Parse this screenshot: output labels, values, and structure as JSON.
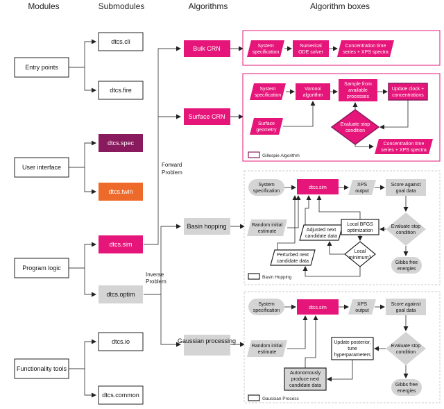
{
  "headers": {
    "modules": "Modules",
    "submodules": "Submodules",
    "algorithms": "Algorithms",
    "boxes": "Algorithm boxes"
  },
  "modules": {
    "entry": "Entry points",
    "ui": "User interface",
    "logic": "Program logic",
    "tools": "Functionality tools"
  },
  "submodules": {
    "cli": "dtcs.cli",
    "fire": "dtcs.fire",
    "spec": "dtcs.spec",
    "twin": "dtcs.twin",
    "sim": "dtcs.sim",
    "optim": "dtcs.optim",
    "io": "dtcs.io",
    "common": "dtcs.common"
  },
  "algorithms": {
    "bulk": "Bulk CRN",
    "surface": "Surface CRN",
    "basin": "Basin hopping",
    "gauss": "Gaussian processing"
  },
  "edge_labels": {
    "forward_1": "Forward",
    "forward_2": "Problem",
    "inverse_1": "Inverse",
    "inverse_2": "Problem"
  },
  "bulk_box": {
    "sys_1": "System",
    "sys_2": "specification",
    "ode_1": "Numerical",
    "ode_2": "ODE solver",
    "out_1": "Concentration time",
    "out_2": "series + XPS spectra"
  },
  "surface_box": {
    "sys_1": "System",
    "sys_2": "specification",
    "voronoi_1": "Voronoi",
    "voronoi_2": "algorithm",
    "sample_1": "Sample from",
    "sample_2": "available",
    "sample_3": "processes",
    "update_1": "Update clock +",
    "update_2": "concentrations",
    "geom_1": "Surface",
    "geom_2": "geometry",
    "eval_1": "Evaluate stop",
    "eval_2": "condition",
    "out_1": "Concentration time",
    "out_2": "series + XPS spectra",
    "legend": "Gillespie Algorithm"
  },
  "basin_box": {
    "sys_1": "System",
    "sys_2": "specification",
    "sim": "dtcs.sim",
    "xps_1": "XPS",
    "xps_2": "output",
    "score_1": "Score against",
    "score_2": "goal data",
    "rand_1": "Random initial",
    "rand_2": "estimate",
    "adj_1": "Adjusted next",
    "adj_2": "candidate data",
    "bfgs_1": "Local BFGS",
    "bfgs_2": "optimization",
    "eval_1": "Evaluate stop",
    "eval_2": "condition",
    "pert_1": "Perturbed next",
    "pert_2": "candidate data",
    "local_1": "Local",
    "local_2": "minimum?",
    "gibbs_1": "Gibbs free",
    "gibbs_2": "energies",
    "legend": "Basin Hopping"
  },
  "gauss_box": {
    "sys_1": "System",
    "sys_2": "specification",
    "sim": "dtcs.sim",
    "xps_1": "XPS",
    "xps_2": "output",
    "score_1": "Score against",
    "score_2": "goal data",
    "rand_1": "Random initial",
    "rand_2": "estimate",
    "upd_1": "Update posterior,",
    "upd_2": "tune",
    "upd_3": "hyperparameters",
    "eval_1": "Evaluate stop",
    "eval_2": "condition",
    "auto_1": "Autonomously",
    "auto_2": "produce next",
    "auto_3": "candidate data",
    "gibbs_1": "Gibbs free",
    "gibbs_2": "energies",
    "legend": "Gaussian Process"
  },
  "colors": {
    "magenta": "#e6157a",
    "purple": "#8a1a5e",
    "orange": "#ee6a2a",
    "gray": "#d4d4d4",
    "darkgray": "#8a8a8a"
  }
}
